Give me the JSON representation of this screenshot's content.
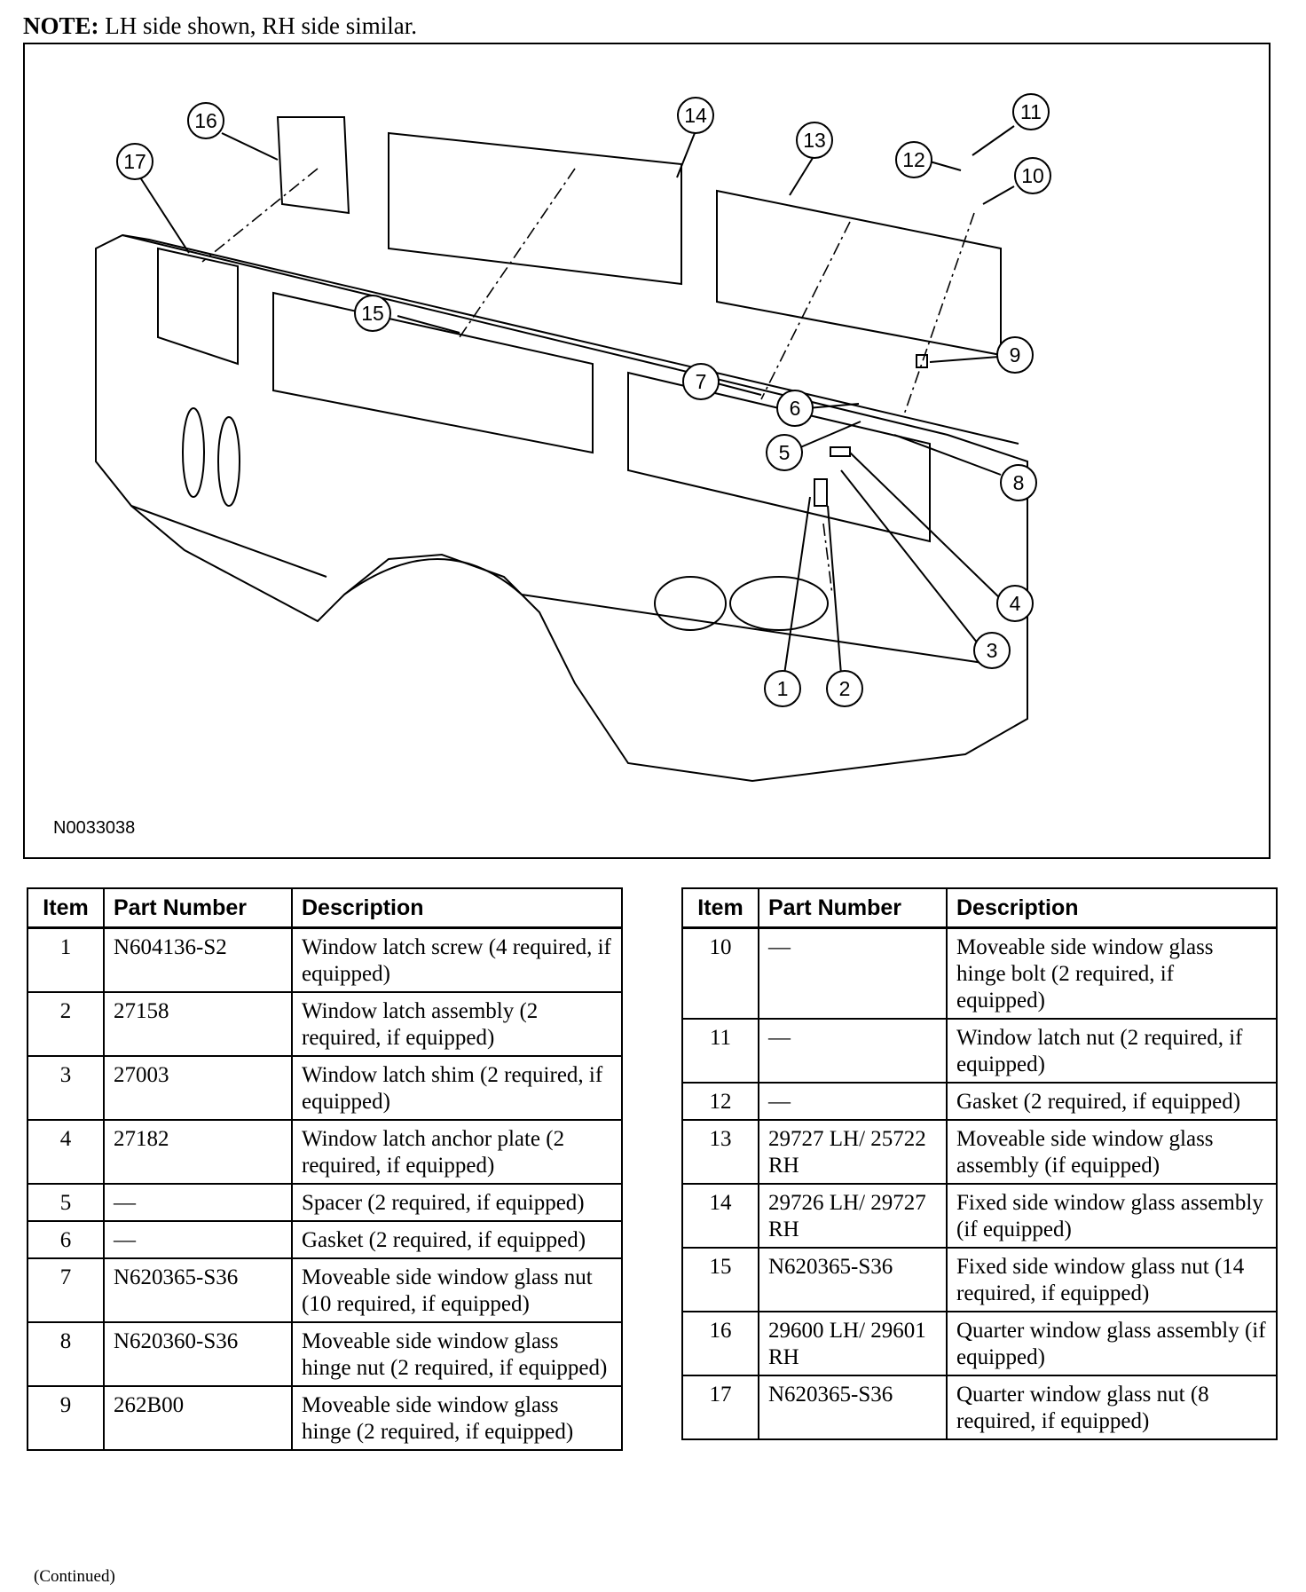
{
  "note": {
    "label": "NOTE:",
    "text": "LH side shown, RH side similar."
  },
  "figure": {
    "id": "N0033038",
    "callouts": [
      "1",
      "2",
      "3",
      "4",
      "5",
      "6",
      "7",
      "8",
      "9",
      "10",
      "11",
      "12",
      "13",
      "14",
      "15",
      "16",
      "17"
    ]
  },
  "table": {
    "headers": {
      "item": "Item",
      "part": "Part Number",
      "desc": "Description"
    },
    "left_rows": [
      {
        "item": "1",
        "part": "N604136-S2",
        "desc": "Window latch screw (4 required, if equipped)"
      },
      {
        "item": "2",
        "part": "27158",
        "desc": "Window latch assembly (2 required, if equipped)"
      },
      {
        "item": "3",
        "part": "27003",
        "desc": "Window latch shim (2 required, if equipped)"
      },
      {
        "item": "4",
        "part": "27182",
        "desc": "Window latch anchor plate (2 required, if equipped)"
      },
      {
        "item": "5",
        "part": "—",
        "desc": "Spacer (2 required, if equipped)"
      },
      {
        "item": "6",
        "part": "—",
        "desc": "Gasket (2 required, if equipped)"
      },
      {
        "item": "7",
        "part": "N620365-S36",
        "desc": "Moveable side window glass nut (10 required, if equipped)"
      },
      {
        "item": "8",
        "part": "N620360-S36",
        "desc": "Moveable side window glass hinge nut (2 required, if equipped)"
      },
      {
        "item": "9",
        "part": "262B00",
        "desc": "Moveable side window glass hinge (2 required, if equipped)"
      }
    ],
    "right_rows": [
      {
        "item": "10",
        "part": "—",
        "desc": "Moveable side window glass hinge bolt (2 required, if equipped)"
      },
      {
        "item": "11",
        "part": "—",
        "desc": "Window latch nut (2 required, if equipped)"
      },
      {
        "item": "12",
        "part": "—",
        "desc": "Gasket (2 required, if equipped)"
      },
      {
        "item": "13",
        "part": "29727 LH/ 25722 RH",
        "desc": "Moveable side window glass assembly (if equipped)"
      },
      {
        "item": "14",
        "part": "29726 LH/ 29727 RH",
        "desc": "Fixed side window glass assembly (if equipped)"
      },
      {
        "item": "15",
        "part": "N620365-S36",
        "desc": "Fixed side window glass nut (14 required, if equipped)"
      },
      {
        "item": "16",
        "part": "29600 LH/ 29601 RH",
        "desc": "Quarter window glass assembly (if equipped)"
      },
      {
        "item": "17",
        "part": "N620365-S36",
        "desc": "Quarter window glass nut (8 required, if equipped)"
      }
    ]
  },
  "continued": "(Continued)"
}
